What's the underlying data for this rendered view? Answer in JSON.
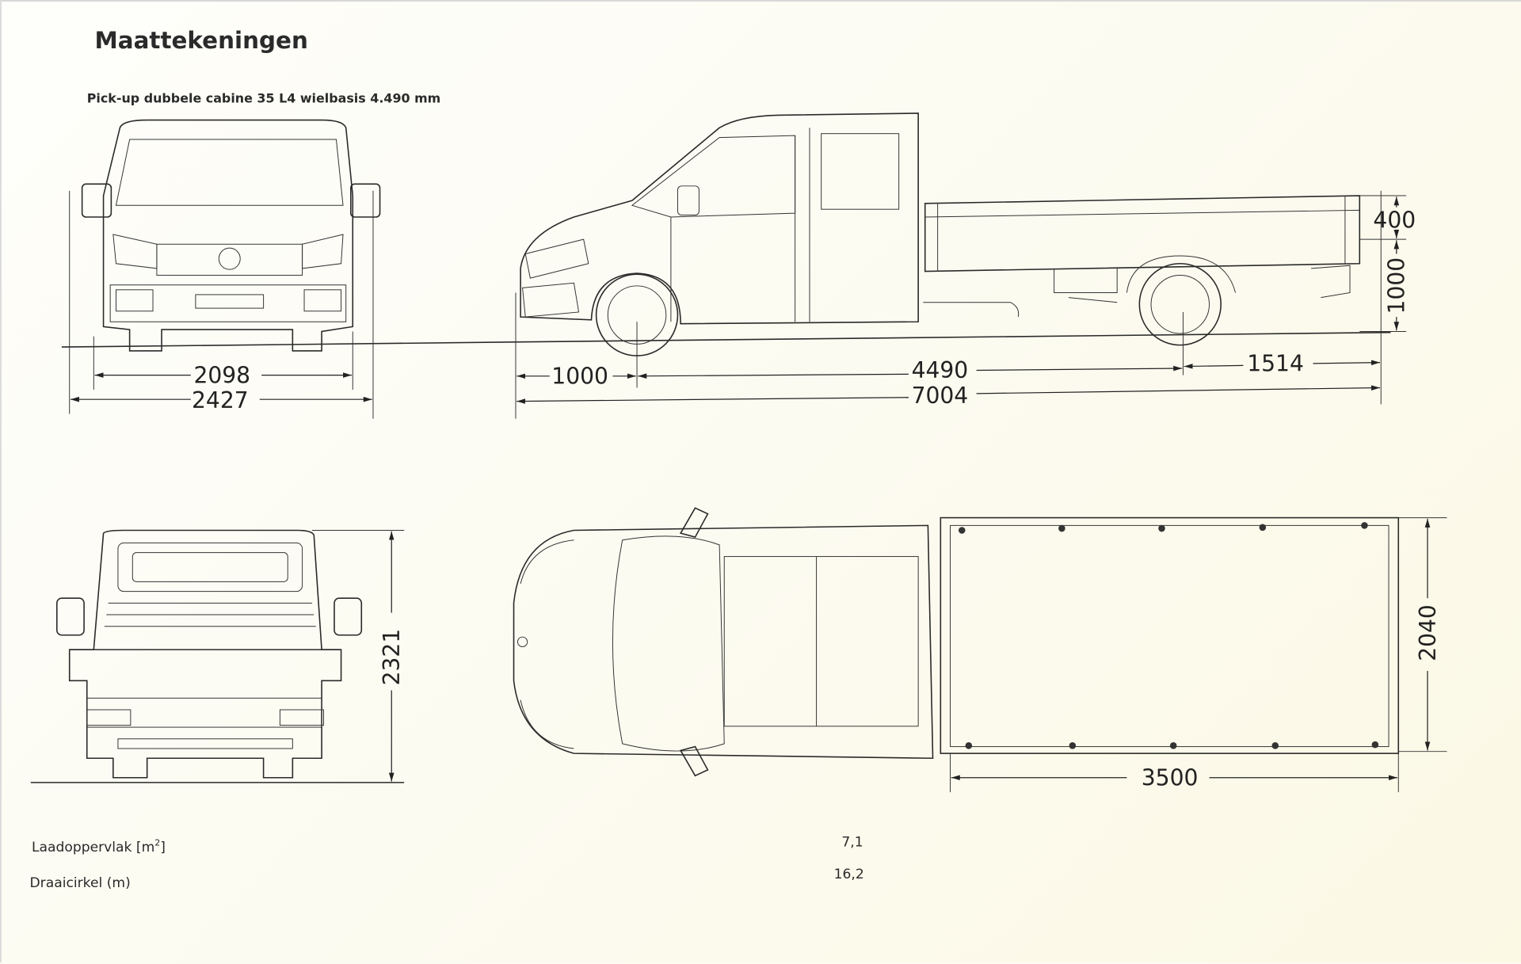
{
  "title": "Maattekeningen",
  "subtitle": "Pick-up dubbele cabine 35 L4 wielbasis 4.490 mm",
  "dimensions": {
    "front_track": "2098",
    "front_width": "2427",
    "front_overhang": "1000",
    "wheelbase": "4490",
    "rear_overhang": "1514",
    "total_length": "7004",
    "bed_side_height": "400",
    "bed_floor_height": "1000",
    "total_height": "2321",
    "bed_width": "2040",
    "bed_length": "3500"
  },
  "specs": [
    {
      "label": "Laadoppervlak [m",
      "sup": "2",
      "label_end": "]",
      "value": "7,1"
    },
    {
      "label": "Draaicirkel (m)",
      "value": "16,2"
    }
  ]
}
